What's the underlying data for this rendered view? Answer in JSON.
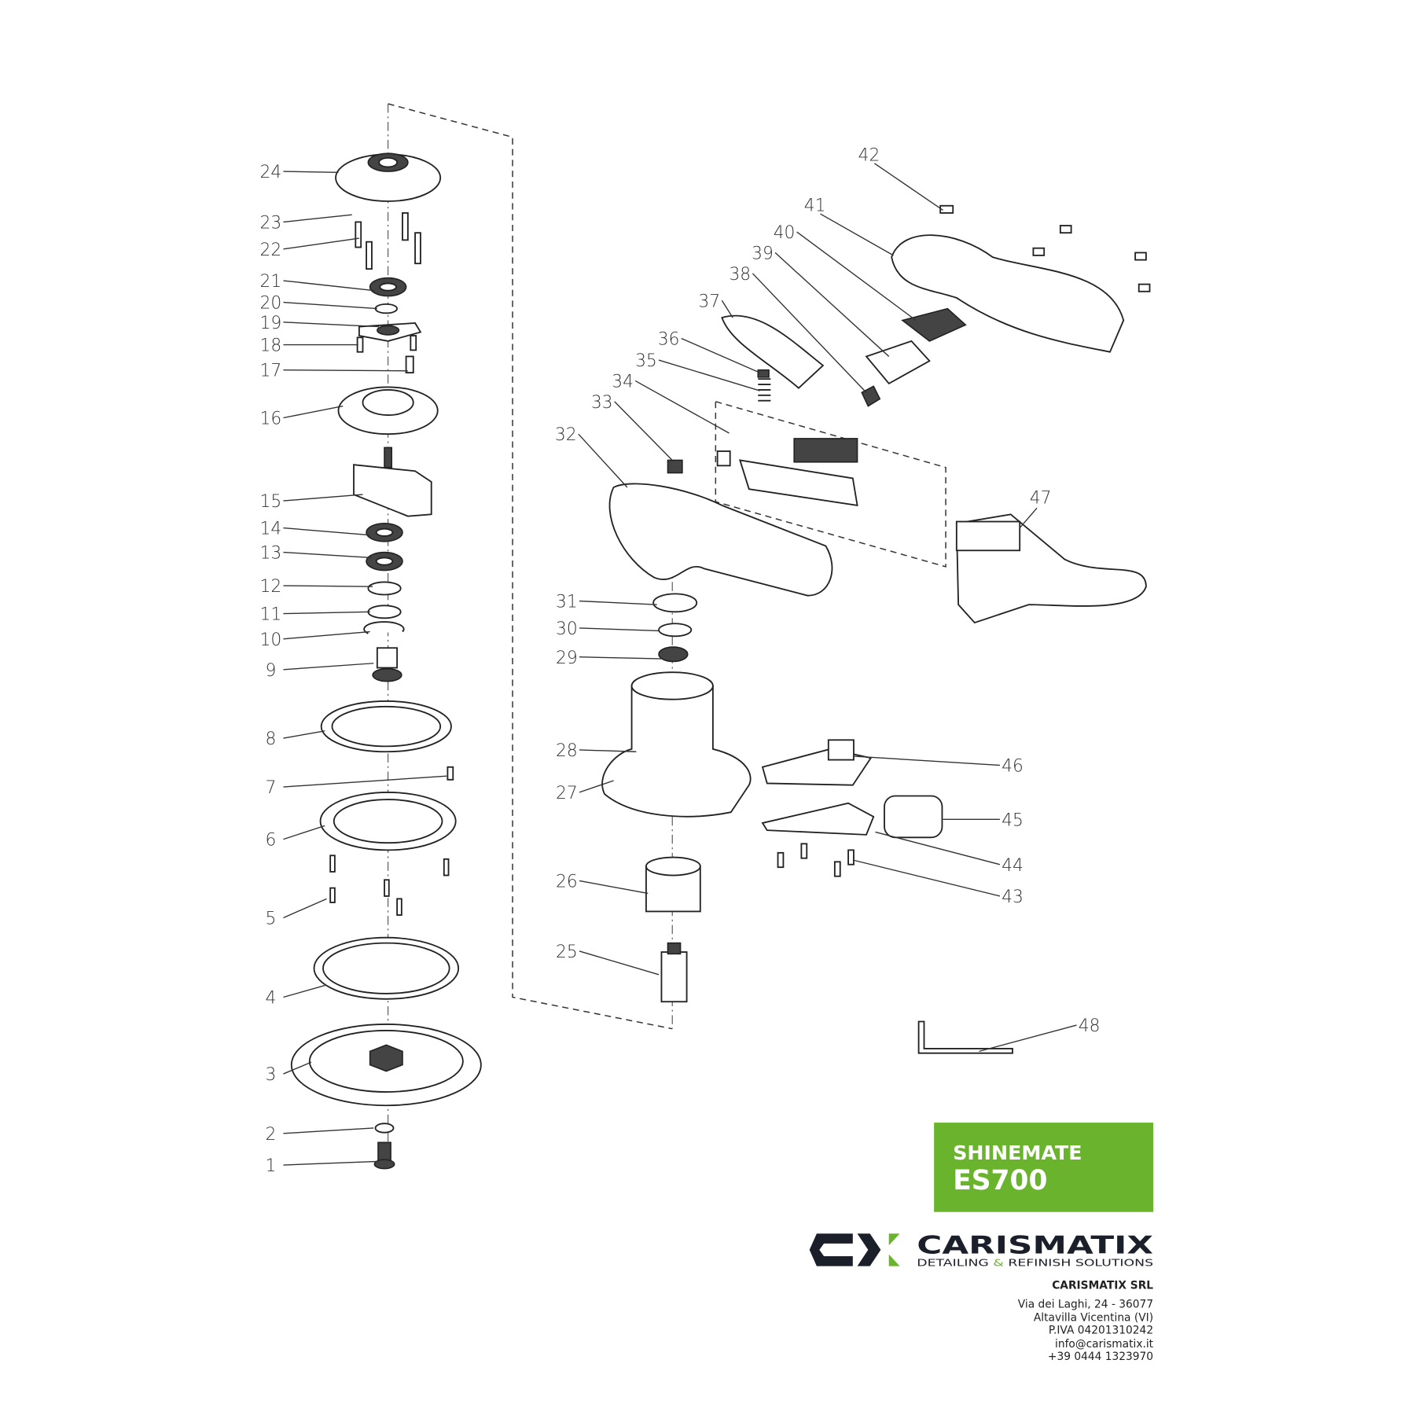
{
  "diagram": {
    "type": "exploded-parts-view",
    "part_numbers": [
      "1",
      "2",
      "3",
      "4",
      "5",
      "6",
      "7",
      "8",
      "9",
      "10",
      "11",
      "12",
      "13",
      "14",
      "15",
      "16",
      "17",
      "18",
      "19",
      "20",
      "21",
      "22",
      "23",
      "24",
      "25",
      "26",
      "27",
      "28",
      "29",
      "30",
      "31",
      "32",
      "33",
      "34",
      "35",
      "36",
      "37",
      "38",
      "39",
      "40",
      "41",
      "42",
      "43",
      "44",
      "45",
      "46",
      "47",
      "48"
    ]
  },
  "title_block": {
    "product_brand": "SHINEMATE",
    "product_model": "ES700",
    "accent_color": "#6ab42d"
  },
  "logo": {
    "mark": "CX",
    "name": "CARISMATIX",
    "tagline_part1": "DETAILING",
    "tagline_amp": "&",
    "tagline_part2": "REFINISH SOLUTIONS",
    "dark_color": "#1b1f2a"
  },
  "company": {
    "name": "CARISMATIX SRL",
    "address_line1": "Via dei Laghi, 24 - 36077",
    "address_line2": "Altavilla Vicentina (VI)",
    "vat": "P.IVA 04201310242",
    "email": "info@carismatix.it",
    "phone": "+39 0444 1323970"
  }
}
